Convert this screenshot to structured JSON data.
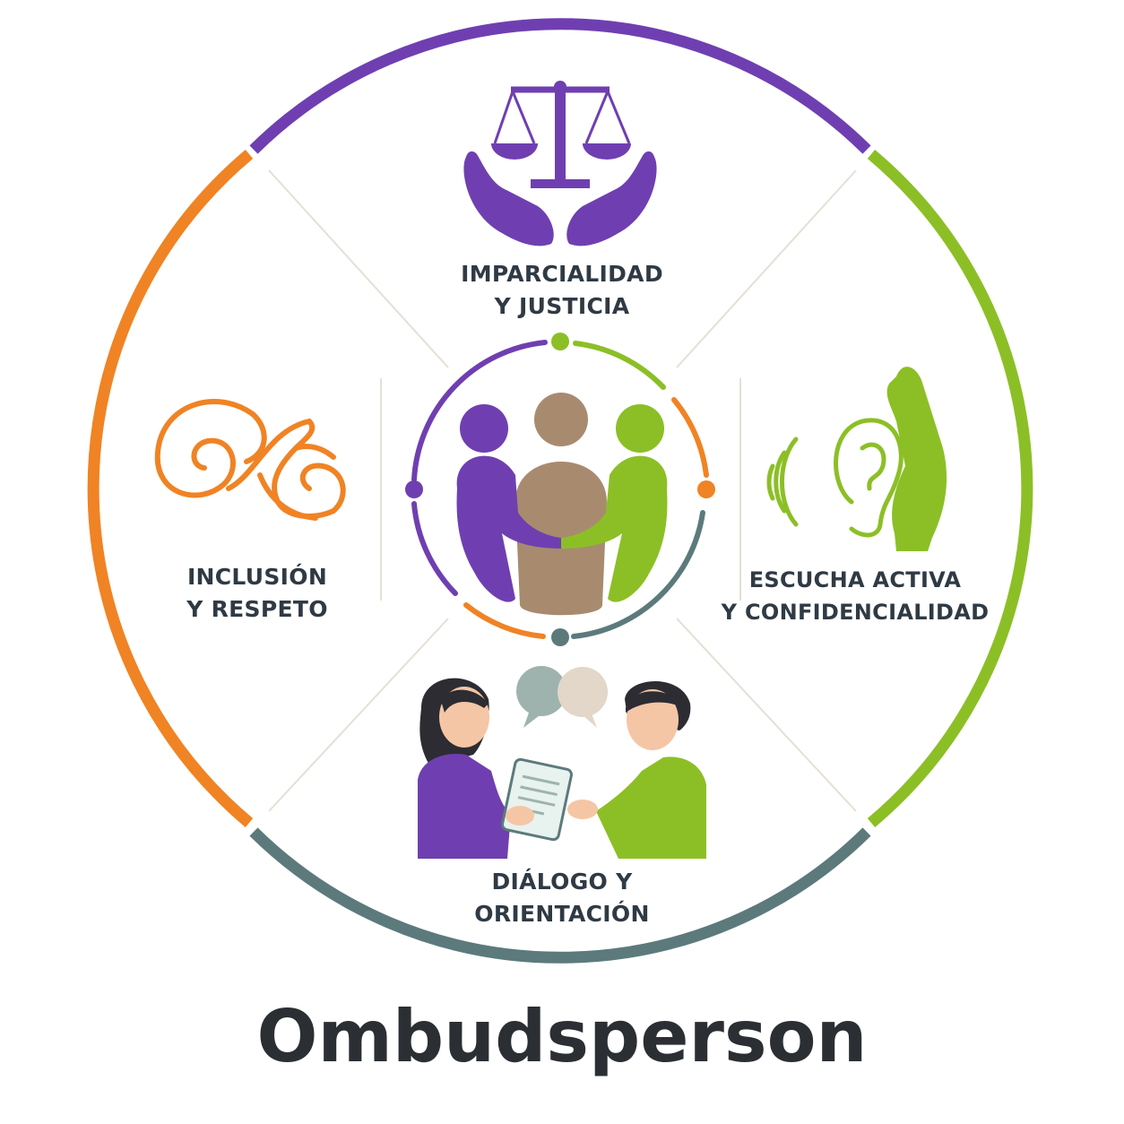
{
  "colors": {
    "purple": "#6f3fb1",
    "green": "#8cbf26",
    "orange": "#f08324",
    "slate": "#5c7a7c",
    "tan": "#a88b6f",
    "text": "#2f3a44"
  },
  "segments": {
    "top": {
      "line1": "IMPARCIALIDAD",
      "line2": "Y JUSTICIA",
      "icon": "scales-hands-icon"
    },
    "right": {
      "line1": "ESCUCHA ACTIVA",
      "line2": "Y CONFIDENCIALIDAD",
      "icon": "ear-hand-icon"
    },
    "bottom": {
      "line1": "DIÁLOGO Y",
      "line2": "ORIENTACIÓN",
      "icon": "conversation-icon"
    },
    "left": {
      "line1": "INCLUSIÓN",
      "line2": "Y RESPETO",
      "icon": "swirl-icon"
    }
  },
  "center_icon": "people-group-icon",
  "brand": "Ombudsperson"
}
